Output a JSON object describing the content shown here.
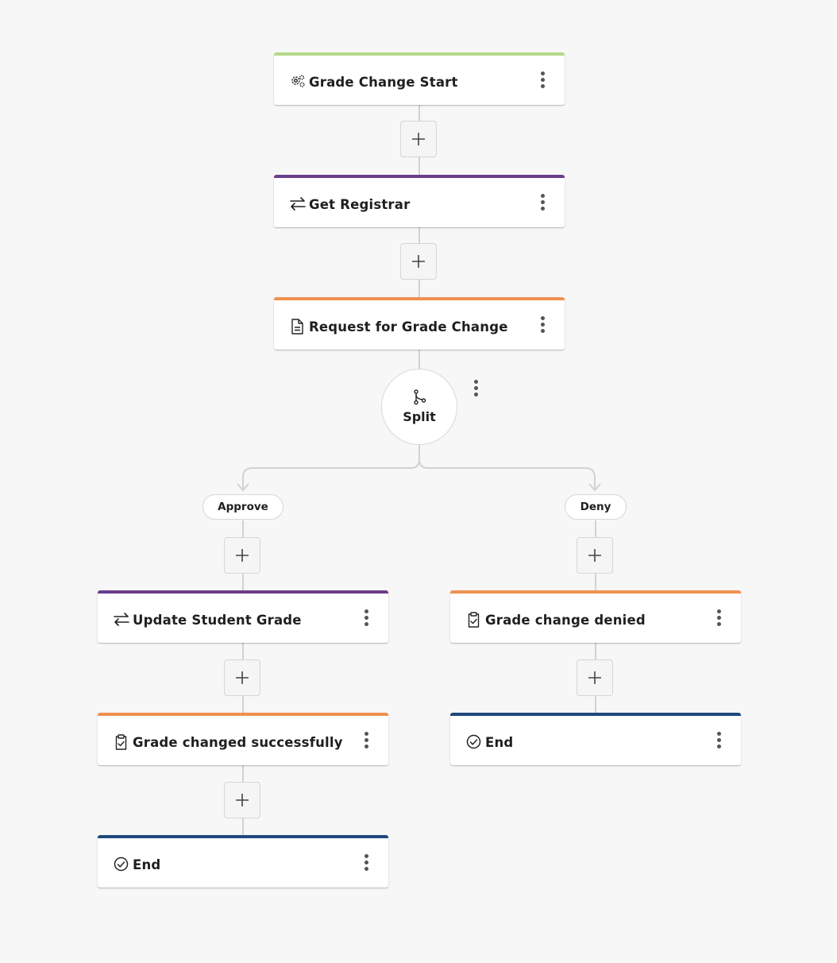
{
  "colors": {
    "start_accent": "#b5d98a",
    "integration_accent": "#6a3d8c",
    "form_accent": "#ef9150",
    "end_accent": "#1f497d"
  },
  "workflow": {
    "nodes": {
      "start": {
        "label": "Grade Change Start",
        "icon": "gears-icon"
      },
      "get_registrar": {
        "label": "Get Registrar",
        "icon": "swap-arrows-icon"
      },
      "request": {
        "label": "Request for Grade Change",
        "icon": "document-icon"
      },
      "update_grade": {
        "label": "Update Student Grade",
        "icon": "swap-arrows-icon"
      },
      "changed_ok": {
        "label": "Grade changed successfully",
        "icon": "clipboard-check-icon"
      },
      "end_left": {
        "label": "End",
        "icon": "check-circle-icon"
      },
      "denied": {
        "label": "Grade change denied",
        "icon": "clipboard-check-icon"
      },
      "end_right": {
        "label": "End",
        "icon": "check-circle-icon"
      }
    },
    "split": {
      "label": "Split",
      "icon": "branch-icon"
    },
    "branches": {
      "left": "Approve",
      "right": "Deny"
    },
    "icons": {
      "menu": "more-vertical-icon",
      "add": "plus-icon"
    }
  }
}
